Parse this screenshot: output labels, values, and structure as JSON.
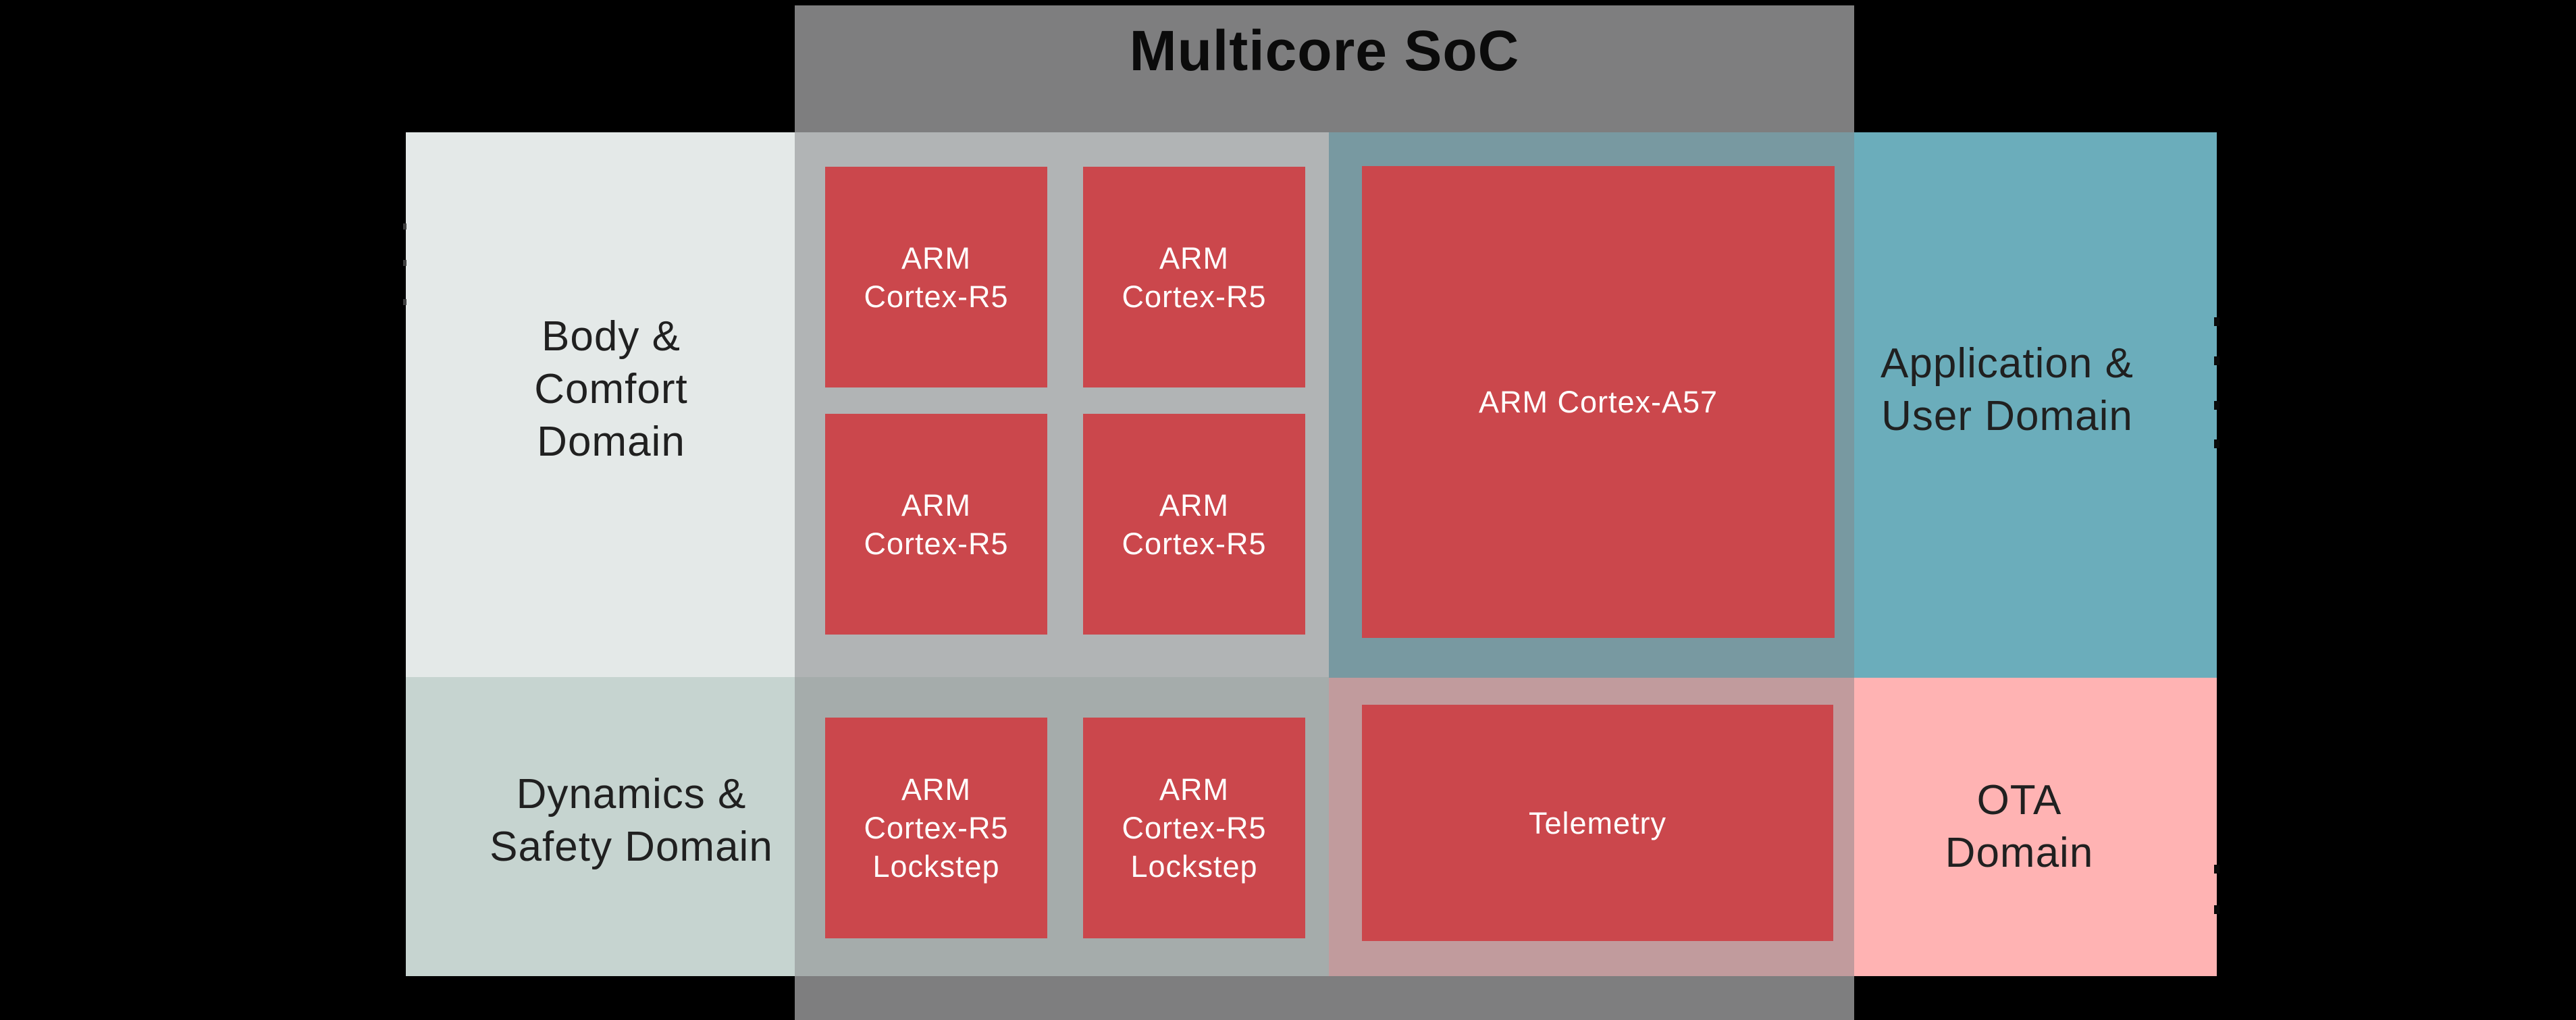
{
  "diagram": {
    "title": "Multicore SoC",
    "soc": {
      "cores": [
        {
          "id": "r5-a",
          "lines": [
            "ARM",
            "Cortex-R5"
          ]
        },
        {
          "id": "r5-b",
          "lines": [
            "ARM",
            "Cortex-R5"
          ]
        },
        {
          "id": "r5-c",
          "lines": [
            "ARM",
            "Cortex-R5"
          ]
        },
        {
          "id": "r5-d",
          "lines": [
            "ARM",
            "Cortex-R5"
          ]
        },
        {
          "id": "lockstep-a",
          "lines": [
            "ARM",
            "Cortex-R5",
            "Lockstep"
          ]
        },
        {
          "id": "lockstep-b",
          "lines": [
            "ARM",
            "Cortex-R5",
            "Lockstep"
          ]
        },
        {
          "id": "cortex-a57",
          "lines": [
            "ARM Cortex-A57"
          ]
        },
        {
          "id": "telemetry",
          "lines": [
            "Telemetry"
          ]
        }
      ]
    },
    "domains": [
      {
        "id": "body-comfort",
        "lines": [
          "Body &",
          "Comfort",
          "Domain"
        ],
        "color": "#e4e9e8"
      },
      {
        "id": "dynamics-safety",
        "lines": [
          "Dynamics &",
          "Safety Domain"
        ],
        "color": "#c6d4d0"
      },
      {
        "id": "application-user",
        "lines": [
          "Application &",
          "User Domain"
        ],
        "color": "#6badbb"
      },
      {
        "id": "ota",
        "lines": [
          "OTA",
          "Domain"
        ],
        "color": "#ffb3b3"
      }
    ],
    "colors": {
      "background": "#000000",
      "soc_gray": "#7e7e7f",
      "core_red": "#cb474c",
      "core_text": "#ffffff",
      "title_text": "#0b0b0b",
      "domain_text": "#202020",
      "body_domain": "#e4e9e8",
      "dynamics_domain": "#c6d4d0",
      "application_domain": "#6badbb",
      "ota_domain": "#ffb3b3",
      "soc_over_body": "#b1b4b5",
      "soc_over_dynamics": "#a5acab",
      "soc_over_application": "#7899a1",
      "soc_over_ota": "#c19b9d"
    }
  }
}
